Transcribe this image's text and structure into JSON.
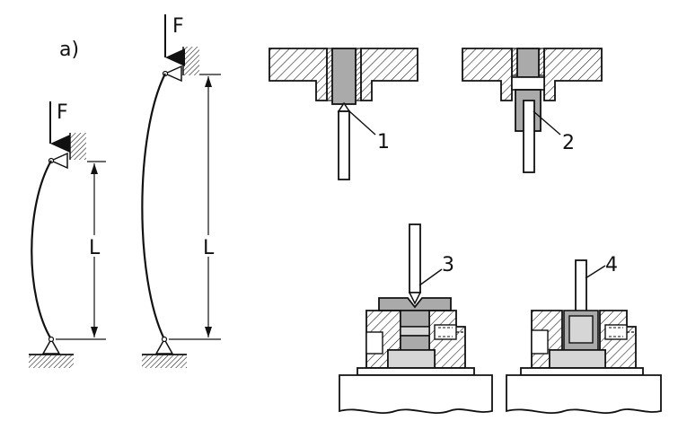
{
  "figure": {
    "part_label": "a)",
    "force_label": "F",
    "length_label": "L",
    "callouts": [
      "1",
      "2",
      "3",
      "4"
    ]
  },
  "colors": {
    "line": "#111111",
    "fill_gray": "#aaaaaa",
    "fill_light": "#d6d6d6",
    "background": "#ffffff"
  }
}
